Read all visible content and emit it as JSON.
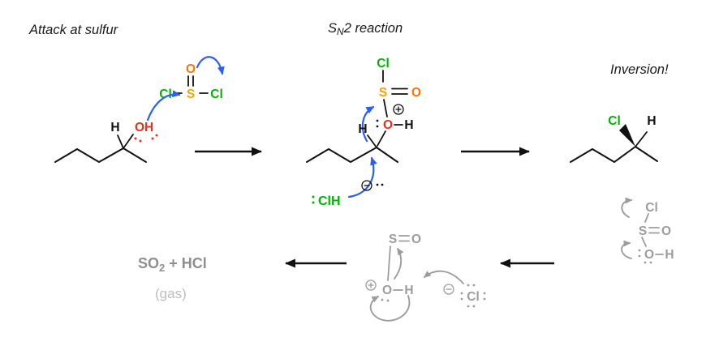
{
  "headings": {
    "attack": "Attack at sulfur",
    "sn2_s": "S",
    "sn2_n": "N",
    "sn2_rest": "2 reaction",
    "inversion": "Inversion!"
  },
  "colors": {
    "chlorine_green": "#00b400",
    "sulfur_orange": "#f5a200",
    "oxygen_orange": "#ff7300",
    "oxygen_red": "#e8301e",
    "arrow_blue": "#2b5ff0",
    "structure_gray": "#9c9c9c",
    "byproduct_gray": "#8e8e8e",
    "gas_gray": "#bdbdbd",
    "ink_black": "#111111"
  },
  "panel1": {
    "socl2": {
      "cl_left": "Cl",
      "s": "S",
      "cl_right": "Cl",
      "o": "O"
    },
    "alcohol": {
      "h": "H",
      "oh": "OH"
    }
  },
  "panel2": {
    "chlorosulfite": {
      "cl": "Cl",
      "s": "S",
      "o_double": "O",
      "o": "O",
      "h": "H",
      "charge": "+"
    },
    "substrate": {
      "h": "H"
    },
    "chloride": {
      "cl": "Cl",
      "h": "H",
      "charge": "−"
    }
  },
  "panel3": {
    "product": {
      "cl": "Cl",
      "h": "H"
    }
  },
  "gray_right": {
    "cl": "Cl",
    "s": "S",
    "o_double": "O",
    "o": "O",
    "h": "H"
  },
  "gray_middle": {
    "s": "S",
    "o_double": "O",
    "o": "O",
    "h": "H",
    "charge_plus": "+",
    "cl": "Cl",
    "charge_minus": "−"
  },
  "byproducts": {
    "so": "SO",
    "sub": "2",
    "plus_hcl": "+ HCl",
    "gas": "(gas)"
  }
}
